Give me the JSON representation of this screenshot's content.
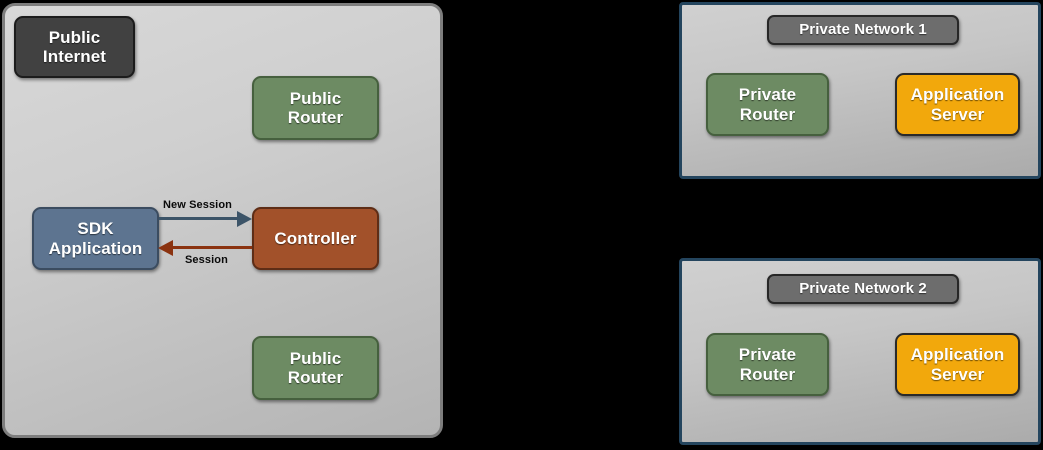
{
  "diagram": {
    "background_color": "#000000",
    "public_zone": {
      "panel_name": "public-internet-zone",
      "border_color": "#7d7d7d",
      "nodes": [
        {
          "id": "public-internet",
          "label": "Public\nInternet",
          "style": "dark",
          "color": "#414141"
        },
        {
          "id": "public-router-top",
          "label": "Public\nRouter",
          "style": "green",
          "color": "#6d8b63"
        },
        {
          "id": "sdk-application",
          "label": "SDK\nApplication",
          "style": "slate",
          "color": "#5d7490"
        },
        {
          "id": "controller",
          "label": "Controller",
          "style": "rust",
          "color": "#a2512a"
        },
        {
          "id": "public-router-bottom",
          "label": "Public\nRouter",
          "style": "green",
          "color": "#6d8b63"
        }
      ],
      "connectors": [
        {
          "id": "new-session",
          "label": "New Session",
          "direction": "right",
          "color": "#3c5468",
          "from": "sdk-application",
          "to": "controller"
        },
        {
          "id": "session",
          "label": "Session",
          "direction": "left",
          "color": "#8b3310",
          "from": "controller",
          "to": "sdk-application"
        }
      ]
    },
    "private_networks": [
      {
        "id": "private-network-1",
        "title": "Private Network 1",
        "border_color": "#24455e",
        "nodes": [
          {
            "id": "private-router-1",
            "label": "Private\nRouter",
            "style": "green",
            "color": "#6d8b63"
          },
          {
            "id": "application-server-1",
            "label": "Application\nServer",
            "style": "orange",
            "color": "#f2a80c"
          }
        ]
      },
      {
        "id": "private-network-2",
        "title": "Private Network 2",
        "border_color": "#24455e",
        "nodes": [
          {
            "id": "private-router-2",
            "label": "Private\nRouter",
            "style": "green",
            "color": "#6d8b63"
          },
          {
            "id": "application-server-2",
            "label": "Application\nServer",
            "style": "orange",
            "color": "#f2a80c"
          }
        ]
      }
    ]
  }
}
